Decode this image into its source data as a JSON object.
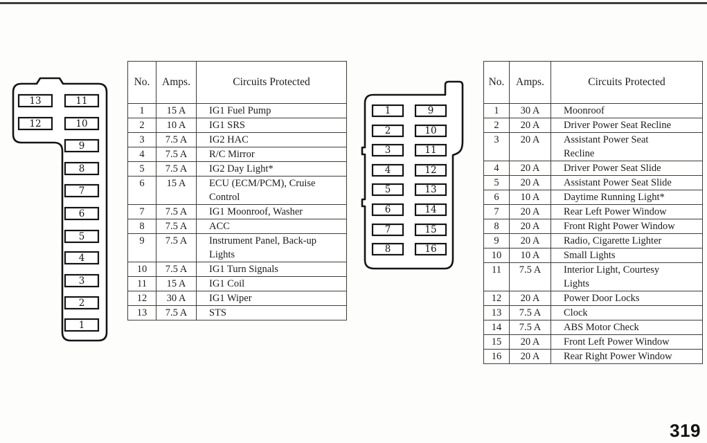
{
  "page": {
    "number": "319"
  },
  "left_diagram": {
    "name": "interior-fuse-box-left",
    "fuses_col1": [
      "13",
      "12"
    ],
    "fuses_col2": [
      "11",
      "10",
      "9",
      "8",
      "7",
      "6",
      "5",
      "4",
      "3",
      "2",
      "1"
    ]
  },
  "right_diagram": {
    "name": "interior-fuse-box-right",
    "fuses_col1": [
      "1",
      "2",
      "3",
      "4",
      "5",
      "6",
      "7",
      "8"
    ],
    "fuses_col2": [
      "9",
      "10",
      "11",
      "12",
      "13",
      "14",
      "15",
      "16"
    ]
  },
  "left_table": {
    "headers": [
      "No.",
      "Amps.",
      "Circuits Protected"
    ],
    "rows": [
      [
        "1",
        "15 A",
        "IG1 Fuel Pump"
      ],
      [
        "2",
        "10 A",
        "IG1 SRS"
      ],
      [
        "3",
        "7.5 A",
        "IG2 HAC"
      ],
      [
        "4",
        "7.5 A",
        "R/C Mirror"
      ],
      [
        "5",
        "7.5 A",
        "IG2 Day Light*"
      ],
      [
        "6",
        "15 A",
        "ECU (ECM/PCM), Cruise\nControl"
      ],
      [
        "7",
        "7.5 A",
        "IG1 Moonroof, Washer"
      ],
      [
        "8",
        "7.5 A",
        "ACC"
      ],
      [
        "9",
        "7.5 A",
        "Instrument Panel, Back-up\nLights"
      ],
      [
        "10",
        "7.5 A",
        "IG1 Turn Signals"
      ],
      [
        "11",
        "15 A",
        "IG1 Coil"
      ],
      [
        "12",
        "30 A",
        "IG1 Wiper"
      ],
      [
        "13",
        "7.5 A",
        "STS"
      ]
    ]
  },
  "right_table": {
    "headers": [
      "No.",
      "Amps.",
      "Circuits Protected"
    ],
    "rows": [
      [
        "1",
        "30 A",
        "Moonroof"
      ],
      [
        "2",
        "20 A",
        "Driver Power Seat Recline"
      ],
      [
        "3",
        "20 A",
        "Assistant Power Seat\nRecline"
      ],
      [
        "4",
        "20 A",
        "Driver Power Seat Slide"
      ],
      [
        "5",
        "20 A",
        "Assistant Power Seat Slide"
      ],
      [
        "6",
        "10 A",
        "Daytime Running Light*"
      ],
      [
        "7",
        "20 A",
        "Rear Left Power Window"
      ],
      [
        "8",
        "20 A",
        "Front Right Power Window"
      ],
      [
        "9",
        "20 A",
        "Radio, Cigarette Lighter"
      ],
      [
        "10",
        "10 A",
        "Small Lights"
      ],
      [
        "11",
        "7.5 A",
        "Interior Light, Courtesy\nLights"
      ],
      [
        "12",
        "20 A",
        "Power Door Locks"
      ],
      [
        "13",
        "7.5 A",
        "Clock"
      ],
      [
        "14",
        "7.5 A",
        "ABS Motor Check"
      ],
      [
        "15",
        "20 A",
        "Front Left Power Window"
      ],
      [
        "16",
        "20 A",
        "Rear Right Power Window"
      ]
    ]
  }
}
